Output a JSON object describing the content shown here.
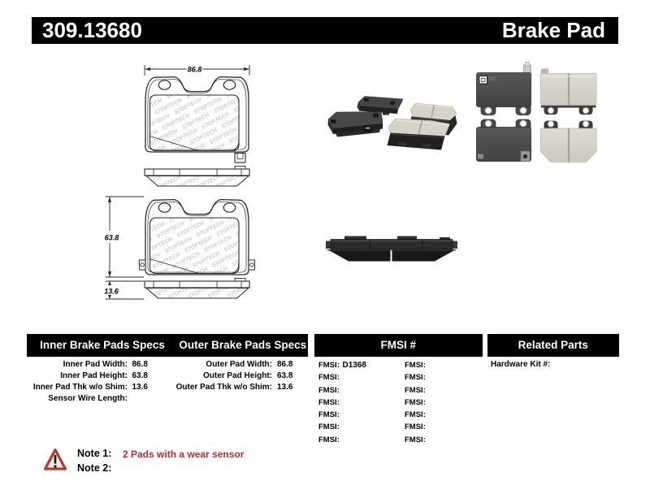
{
  "header": {
    "part_number": "309.13680",
    "category": "Brake Pad"
  },
  "drawings": {
    "pad_width_dim": "86.8",
    "pad_height_dim": "63.8",
    "pad_thickness_dim": "13.6",
    "watermark": "STOPTECH"
  },
  "specs_table": {
    "inner": {
      "title": "Inner Brake Pads Specs",
      "rows": [
        {
          "label": "Inner Pad Width:",
          "value": "86.8"
        },
        {
          "label": "Inner Pad Height:",
          "value": "63.8"
        },
        {
          "label": "Inner Pad Thk w/o Shim:",
          "value": "13.6"
        },
        {
          "label": "Sensor Wire Length:",
          "value": ""
        }
      ]
    },
    "outer": {
      "title": "Outer Brake Pads Specs",
      "rows": [
        {
          "label": "Outer Pad Width:",
          "value": "86.8"
        },
        {
          "label": "Outer Pad Height:",
          "value": "63.8"
        },
        {
          "label": "Outer Pad Thk w/o Shim:",
          "value": "13.6"
        }
      ]
    },
    "fmsi": {
      "title": "FMSI #",
      "col1": [
        {
          "label": "FMSI:",
          "value": "D1368"
        },
        {
          "label": "FMSI:",
          "value": ""
        },
        {
          "label": "FMSI:",
          "value": ""
        },
        {
          "label": "FMSI:",
          "value": ""
        },
        {
          "label": "FMSI:",
          "value": ""
        },
        {
          "label": "FMSI:",
          "value": ""
        },
        {
          "label": "FMSI:",
          "value": ""
        }
      ],
      "col2": [
        {
          "label": "FMSI:",
          "value": ""
        },
        {
          "label": "FMSI:",
          "value": ""
        },
        {
          "label": "FMSI:",
          "value": ""
        },
        {
          "label": "FMSI:",
          "value": ""
        },
        {
          "label": "FMSI:",
          "value": ""
        },
        {
          "label": "FMSI:",
          "value": ""
        },
        {
          "label": "FMSI:",
          "value": ""
        }
      ]
    },
    "related": {
      "title": "Related Parts",
      "rows": [
        {
          "label": "Hardware Kit #:",
          "value": ""
        }
      ]
    }
  },
  "notes": {
    "note1_label": "Note 1:",
    "note1_text": "2 Pads with a wear sensor",
    "note2_label": "Note 2:",
    "note2_text": ""
  },
  "colors": {
    "bar_black": "#000000",
    "note_red": "#c1272d",
    "warning_red": "#b23a30",
    "watermark_gray": "#cbcbcb"
  }
}
